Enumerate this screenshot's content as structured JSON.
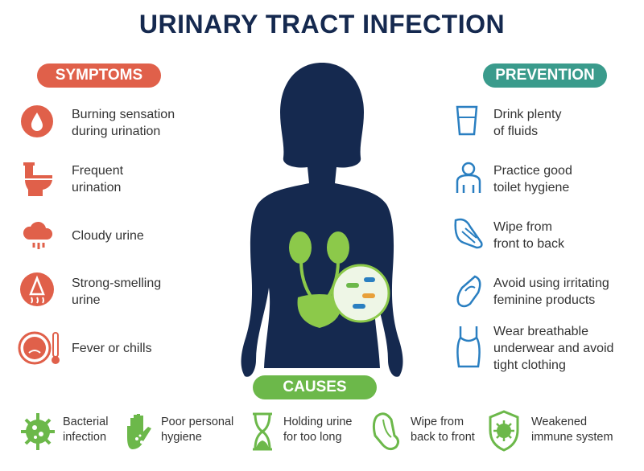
{
  "title": "URINARY TRACT INFECTION",
  "colors": {
    "symptoms": "#e0604a",
    "prevention": "#3a9b8c",
    "causes": "#6cb84a",
    "silhouette": "#15294f",
    "prevention_icons": "#2a7fc1"
  },
  "symptoms": {
    "label": "SYMPTOMS",
    "items": [
      {
        "icon": "drop-icon",
        "line1": "Burning sensation",
        "line2": "during urination"
      },
      {
        "icon": "toilet-icon",
        "line1": "Frequent",
        "line2": "urination"
      },
      {
        "icon": "cloud-rain-icon",
        "line1": "Cloudy urine",
        "line2": ""
      },
      {
        "icon": "nose-smell-icon",
        "line1": "Strong-smelling",
        "line2": "urine"
      },
      {
        "icon": "thermometer-face-icon",
        "line1": "Fever or chills",
        "line2": ""
      }
    ]
  },
  "prevention": {
    "label": "PREVENTION",
    "items": [
      {
        "icon": "glass-icon",
        "line1": "Drink plenty",
        "line2": "of fluids",
        "line3": ""
      },
      {
        "icon": "person-hygiene-icon",
        "line1": "Practice good",
        "line2": "toilet hygiene",
        "line3": ""
      },
      {
        "icon": "wipe-hand-icon",
        "line1": "Wipe from",
        "line2": "front to back",
        "line3": ""
      },
      {
        "icon": "pad-icon",
        "line1": "Avoid using irritating",
        "line2": "feminine products",
        "line3": ""
      },
      {
        "icon": "underwear-icon",
        "line1": "Wear breathable",
        "line2": "underwear and avoid",
        "line3": "tight clothing"
      }
    ]
  },
  "causes": {
    "label": "CAUSES",
    "items": [
      {
        "icon": "bacteria-icon",
        "line1": "Bacterial",
        "line2": "infection"
      },
      {
        "icon": "dirty-hand-icon",
        "line1": "Poor personal",
        "line2": "hygiene"
      },
      {
        "icon": "hourglass-icon",
        "line1": "Holding urine",
        "line2": "for too long"
      },
      {
        "icon": "wipe-icon",
        "line1": "Wipe from",
        "line2": "back to front"
      },
      {
        "icon": "shield-virus-icon",
        "line1": "Weakened",
        "line2": "immune system"
      }
    ]
  }
}
